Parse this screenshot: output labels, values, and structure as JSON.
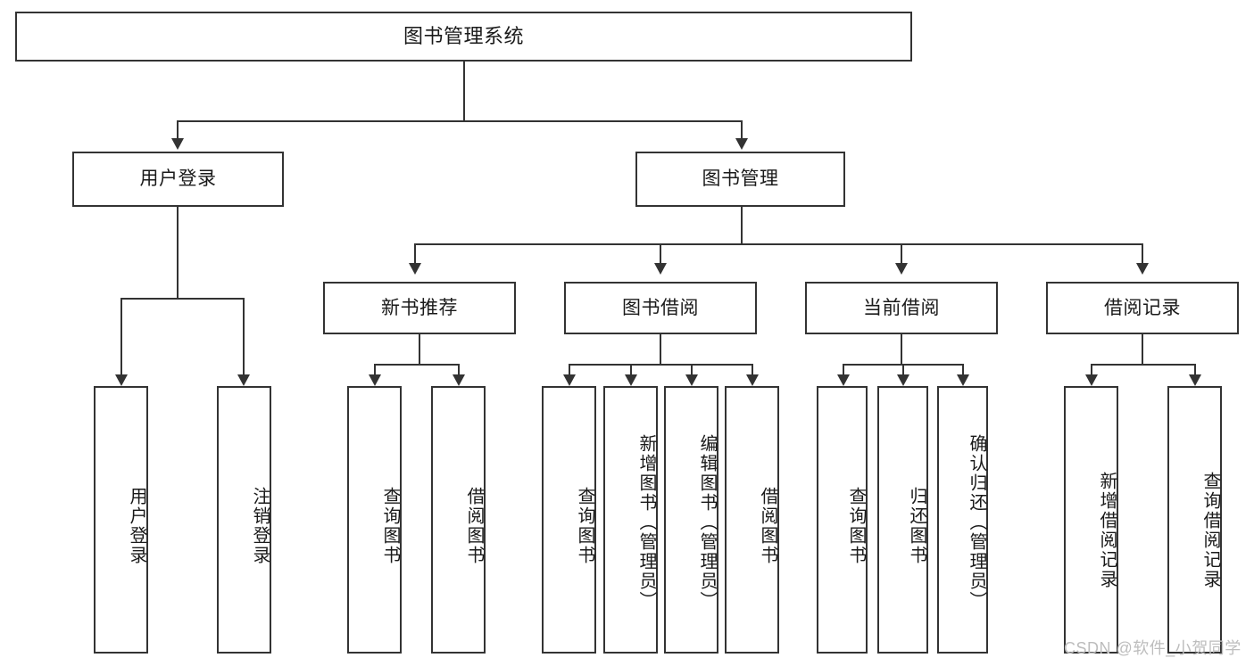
{
  "diagram": {
    "title": "图书管理系统",
    "watermark": "CSDN @软件_小贺同学",
    "colors": {
      "stroke": "#333333",
      "box_fill": "#ffffff",
      "text": "#1a1a1a",
      "watermark": "#bdbdbd",
      "background": "#ffffff"
    },
    "levels": {
      "root": {
        "label": "图书管理系统"
      },
      "level2": [
        {
          "label": "用户登录"
        },
        {
          "label": "图书管理"
        }
      ],
      "level3": [
        {
          "label": "新书推荐"
        },
        {
          "label": "图书借阅"
        },
        {
          "label": "当前借阅"
        },
        {
          "label": "借阅记录"
        }
      ],
      "leaves": {
        "user_login": [
          {
            "label": "用户登录"
          },
          {
            "label": "注销登录"
          }
        ],
        "new_book_recommend": [
          {
            "label": "查询图书"
          },
          {
            "label": "借阅图书"
          }
        ],
        "book_borrow": [
          {
            "label": "查询图书"
          },
          {
            "label": "新增图书（管理员）"
          },
          {
            "label": "编辑图书（管理员）"
          },
          {
            "label": "借阅图书"
          }
        ],
        "current_borrow": [
          {
            "label": "查询图书"
          },
          {
            "label": "归还图书"
          },
          {
            "label": "确认归还（管理员）"
          }
        ],
        "borrow_record": [
          {
            "label": "新增借阅记录"
          },
          {
            "label": "查询借阅记录"
          }
        ]
      }
    }
  }
}
